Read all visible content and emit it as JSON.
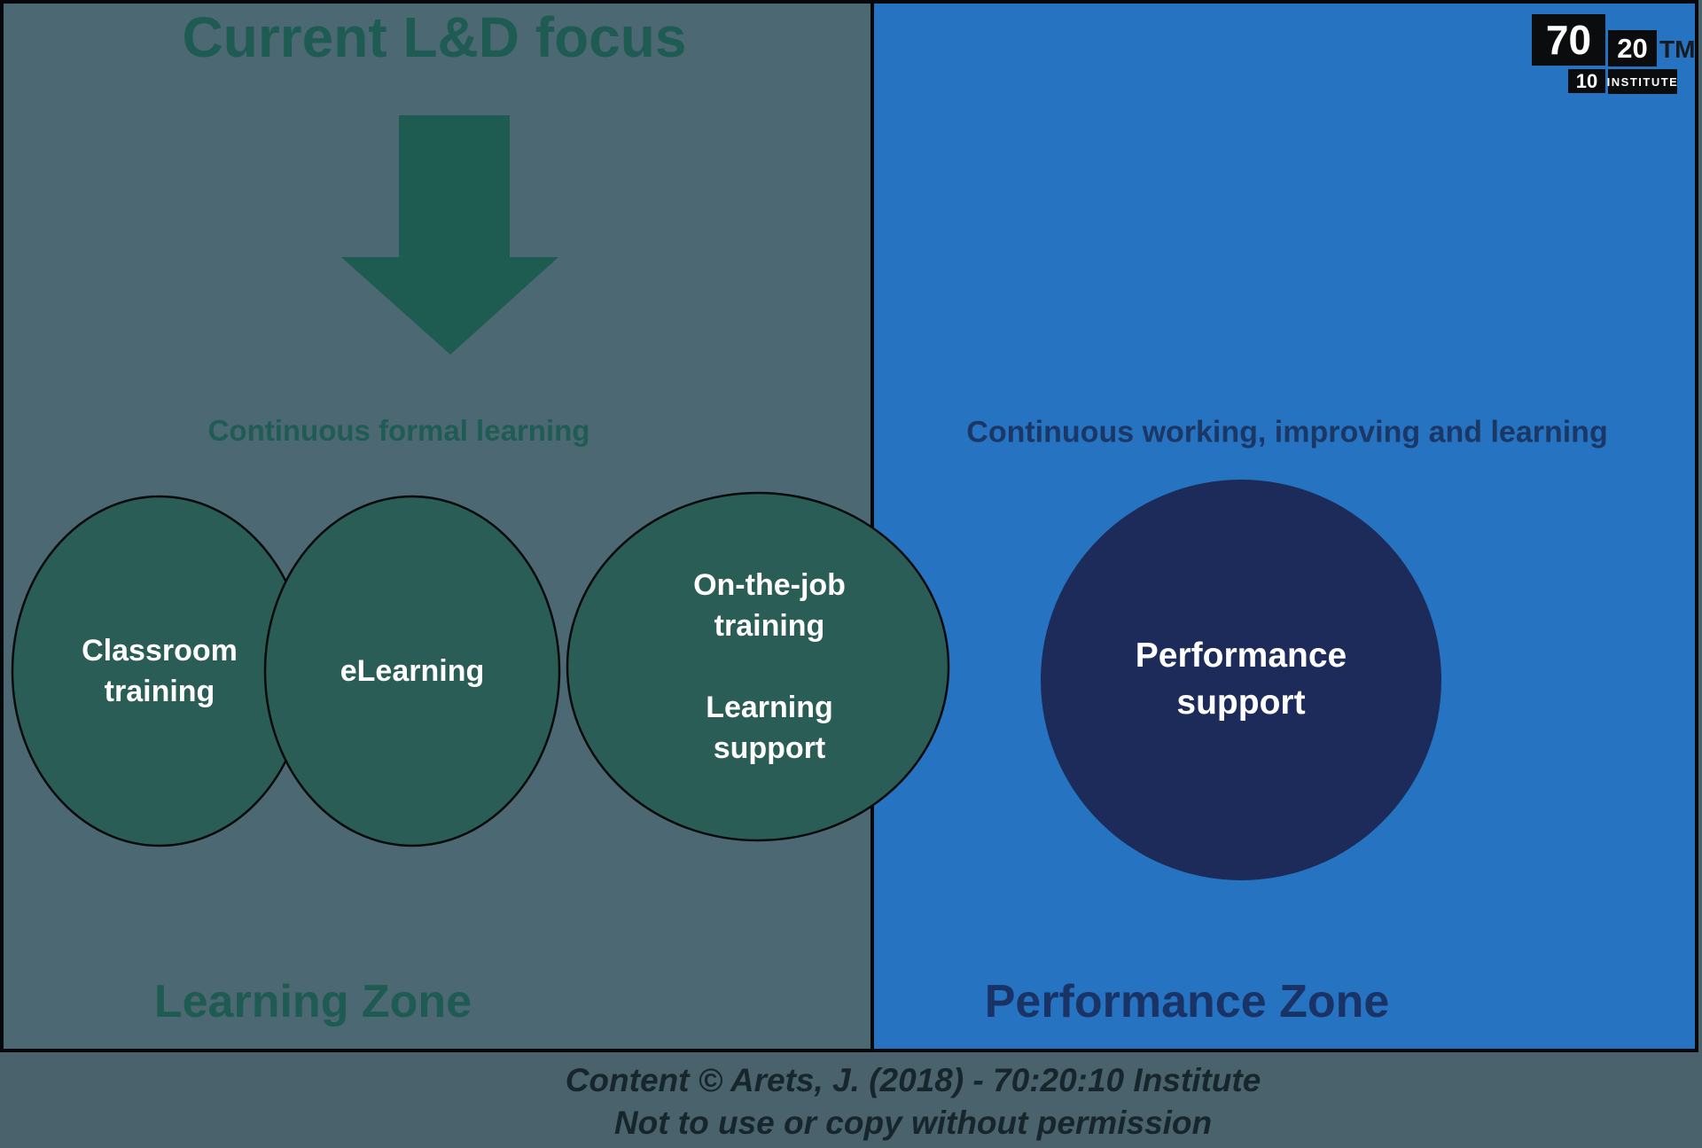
{
  "left_zone": {
    "title": "Current L&D focus",
    "subtitle": "Continuous formal learning",
    "zone_label": "Learning Zone",
    "circles": [
      {
        "label": "Classroom\ntraining"
      },
      {
        "label": "eLearning"
      },
      {
        "label": "On-the-job\ntraining\n\nLearning\nsupport"
      }
    ]
  },
  "right_zone": {
    "subtitle": "Continuous working, improving and learning",
    "zone_label": "Performance Zone",
    "circle_label": "Performance\nsupport"
  },
  "logo": {
    "n70": "70",
    "n20": "20",
    "n10": "10",
    "tm": "TM",
    "institute": "INSTITUTE"
  },
  "footer": {
    "line1": "Content © Arets, J. (2018) - 70:20:10 Institute",
    "line2": "Not to use or copy without permission"
  },
  "colors": {
    "left_zone_bg": "#4C6872",
    "right_zone_bg": "#2673C1",
    "teal_dark": "#1E5B53",
    "teal_circle_fill": "#2A5D55",
    "navy_circle_fill": "#1C2B59",
    "navy_text": "#1B3766",
    "frame_border": "#05090b",
    "page_bg": "#49626B",
    "footer_text": "#17262C"
  }
}
